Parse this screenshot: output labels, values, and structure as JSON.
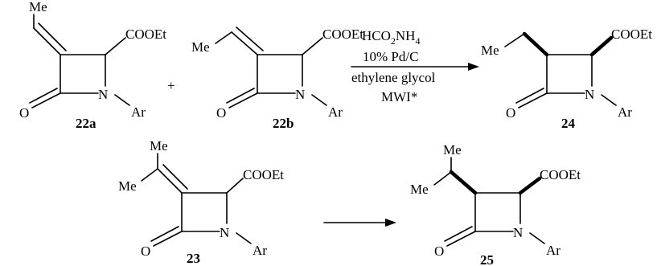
{
  "compound_22a": {
    "me": "Me",
    "ester": "COOEt",
    "carbonyl_o": "O",
    "nitrogen": "N",
    "aryl": "Ar",
    "id": "22a"
  },
  "plus": "+",
  "compound_22b": {
    "me": "Me",
    "ester": "COOEt",
    "carbonyl_o": "O",
    "nitrogen": "N",
    "aryl": "Ar",
    "id": "22b"
  },
  "conditions": {
    "reagent_prefix": "HCO",
    "reagent_sub1": "2",
    "reagent_mid": "NH",
    "reagent_sub2": "4",
    "catalyst": "10% Pd/C",
    "solvent": "ethylene glycol",
    "activation": "MWI*"
  },
  "compound_24": {
    "me": "Me",
    "ester": "COOEt",
    "carbonyl_o": "O",
    "nitrogen": "N",
    "aryl": "Ar",
    "id": "24"
  },
  "compound_23": {
    "me_top": "Me",
    "me_left": "Me",
    "ester": "COOEt",
    "carbonyl_o": "O",
    "nitrogen": "N",
    "aryl": "Ar",
    "id": "23"
  },
  "compound_25": {
    "me_top": "Me",
    "me_left": "Me",
    "ester": "COOEt",
    "carbonyl_o": "O",
    "nitrogen": "N",
    "aryl": "Ar",
    "id": "25"
  }
}
